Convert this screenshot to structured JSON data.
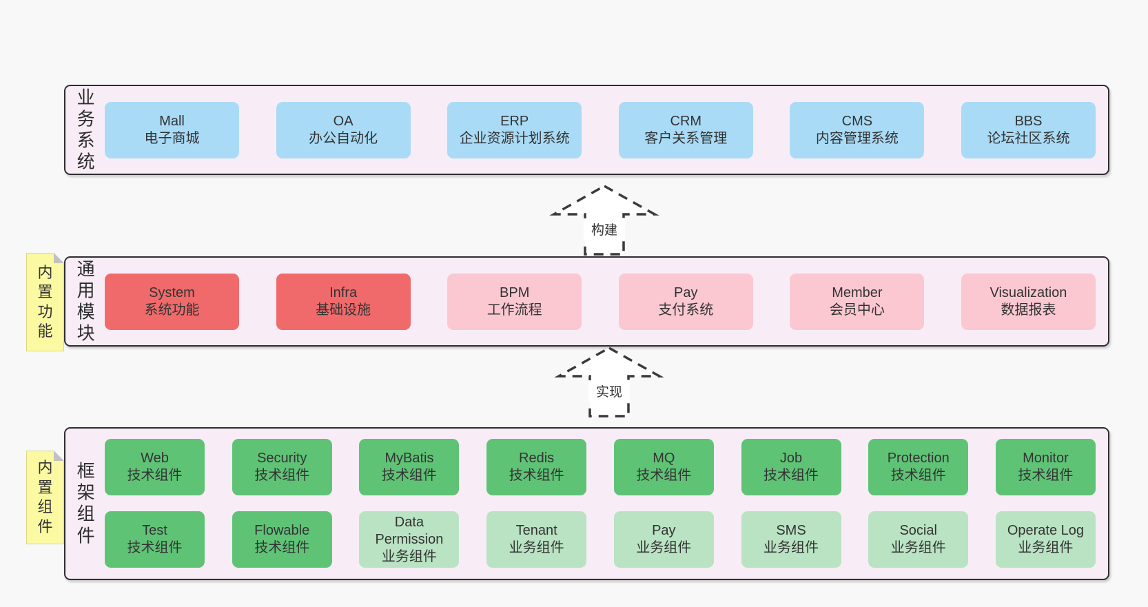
{
  "palette": {
    "page_bg": "#f8f8f8",
    "band_fill": "#f8edf6",
    "band_border": "#2d2d2d",
    "business_box": "#a9dbf6",
    "core_module_box": "#f16a6b",
    "optional_module_box": "#fbc8d2",
    "tech_component_box": "#5fc376",
    "biz_component_box": "#b9e3c3",
    "note_fill": "#fbfaa3",
    "note_fold": "#c1c1c1",
    "text": "#333333"
  },
  "bands": [
    {
      "label": "业务系统",
      "boxes": [
        {
          "title": "Mall",
          "subtitle": "电子商城",
          "variant": "blue"
        },
        {
          "title": "OA",
          "subtitle": "办公自动化",
          "variant": "blue"
        },
        {
          "title": "ERP",
          "subtitle": "企业资源计划系统",
          "variant": "blue"
        },
        {
          "title": "CRM",
          "subtitle": "客户关系管理",
          "variant": "blue"
        },
        {
          "title": "CMS",
          "subtitle": "内容管理系统",
          "variant": "blue"
        },
        {
          "title": "BBS",
          "subtitle": "论坛社区系统",
          "variant": "blue"
        }
      ]
    },
    {
      "label": "通用模块",
      "note": "内置功能",
      "boxes": [
        {
          "title": "System",
          "subtitle": "系统功能",
          "variant": "red"
        },
        {
          "title": "Infra",
          "subtitle": "基础设施",
          "variant": "red"
        },
        {
          "title": "BPM",
          "subtitle": "工作流程",
          "variant": "pink"
        },
        {
          "title": "Pay",
          "subtitle": "支付系统",
          "variant": "pink"
        },
        {
          "title": "Member",
          "subtitle": "会员中心",
          "variant": "pink"
        },
        {
          "title": "Visualization",
          "subtitle": "数据报表",
          "variant": "pink"
        }
      ]
    },
    {
      "label": "框架组件",
      "note": "内置组件",
      "rows": [
        [
          {
            "title": "Web",
            "subtitle": "技术组件",
            "variant": "green"
          },
          {
            "title": "Security",
            "subtitle": "技术组件",
            "variant": "green"
          },
          {
            "title": "MyBatis",
            "subtitle": "技术组件",
            "variant": "green"
          },
          {
            "title": "Redis",
            "subtitle": "技术组件",
            "variant": "green"
          },
          {
            "title": "MQ",
            "subtitle": "技术组件",
            "variant": "green"
          },
          {
            "title": "Job",
            "subtitle": "技术组件",
            "variant": "green"
          },
          {
            "title": "Protection",
            "subtitle": "技术组件",
            "variant": "green"
          },
          {
            "title": "Monitor",
            "subtitle": "技术组件",
            "variant": "green"
          }
        ],
        [
          {
            "title": "Test",
            "subtitle": "技术组件",
            "variant": "green"
          },
          {
            "title": "Flowable",
            "subtitle": "技术组件",
            "variant": "green"
          },
          {
            "title": "Data Permission",
            "subtitle": "业务组件",
            "variant": "lightgreen"
          },
          {
            "title": "Tenant",
            "subtitle": "业务组件",
            "variant": "lightgreen"
          },
          {
            "title": "Pay",
            "subtitle": "业务组件",
            "variant": "lightgreen"
          },
          {
            "title": "SMS",
            "subtitle": "业务组件",
            "variant": "lightgreen"
          },
          {
            "title": "Social",
            "subtitle": "业务组件",
            "variant": "lightgreen"
          },
          {
            "title": "Operate Log",
            "subtitle": "业务组件",
            "variant": "lightgreen"
          }
        ]
      ]
    }
  ],
  "arrows": [
    {
      "label": "构建"
    },
    {
      "label": "实现"
    }
  ]
}
